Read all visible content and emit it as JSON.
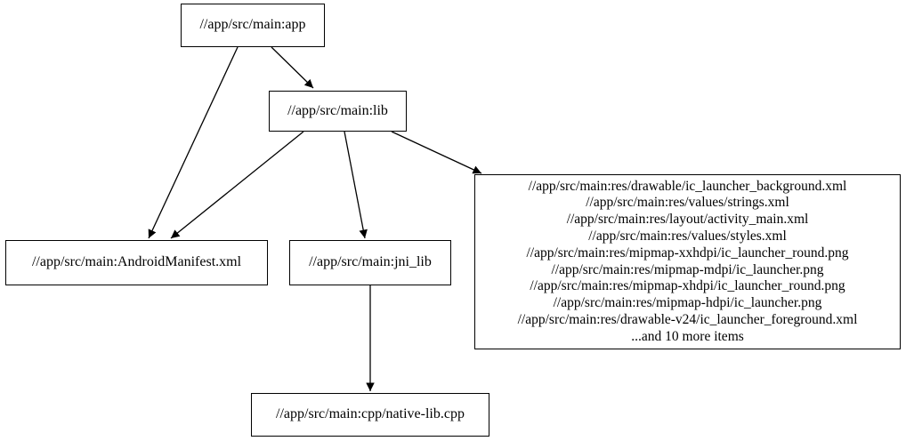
{
  "graph": {
    "type": "dependency-graph",
    "colors": {
      "background": "#ffffff",
      "node_border": "#000000",
      "edge": "#000000",
      "text": "#000000"
    },
    "nodes": {
      "app": {
        "label": "//app/src/main:app"
      },
      "lib": {
        "label": "//app/src/main:lib"
      },
      "manifest": {
        "label": "//app/src/main:AndroidManifest.xml"
      },
      "jni_lib": {
        "label": "//app/src/main:jni_lib"
      },
      "resources": {
        "lines": [
          "//app/src/main:res/drawable/ic_launcher_background.xml",
          "//app/src/main:res/values/strings.xml",
          "//app/src/main:res/layout/activity_main.xml",
          "//app/src/main:res/values/styles.xml",
          "//app/src/main:res/mipmap-xxhdpi/ic_launcher_round.png",
          "//app/src/main:res/mipmap-mdpi/ic_launcher.png",
          "//app/src/main:res/mipmap-xhdpi/ic_launcher_round.png",
          "//app/src/main:res/mipmap-hdpi/ic_launcher.png",
          "//app/src/main:res/drawable-v24/ic_launcher_foreground.xml",
          "...and 10 more items"
        ]
      },
      "native_cpp": {
        "label": "//app/src/main:cpp/native-lib.cpp"
      }
    },
    "edges": [
      {
        "from": "//app/src/main:app",
        "to": "//app/src/main:AndroidManifest.xml"
      },
      {
        "from": "//app/src/main:app",
        "to": "//app/src/main:lib"
      },
      {
        "from": "//app/src/main:lib",
        "to": "//app/src/main:AndroidManifest.xml"
      },
      {
        "from": "//app/src/main:lib",
        "to": "//app/src/main:jni_lib"
      },
      {
        "from": "//app/src/main:lib",
        "to": "resources-group"
      },
      {
        "from": "//app/src/main:jni_lib",
        "to": "//app/src/main:cpp/native-lib.cpp"
      }
    ]
  }
}
